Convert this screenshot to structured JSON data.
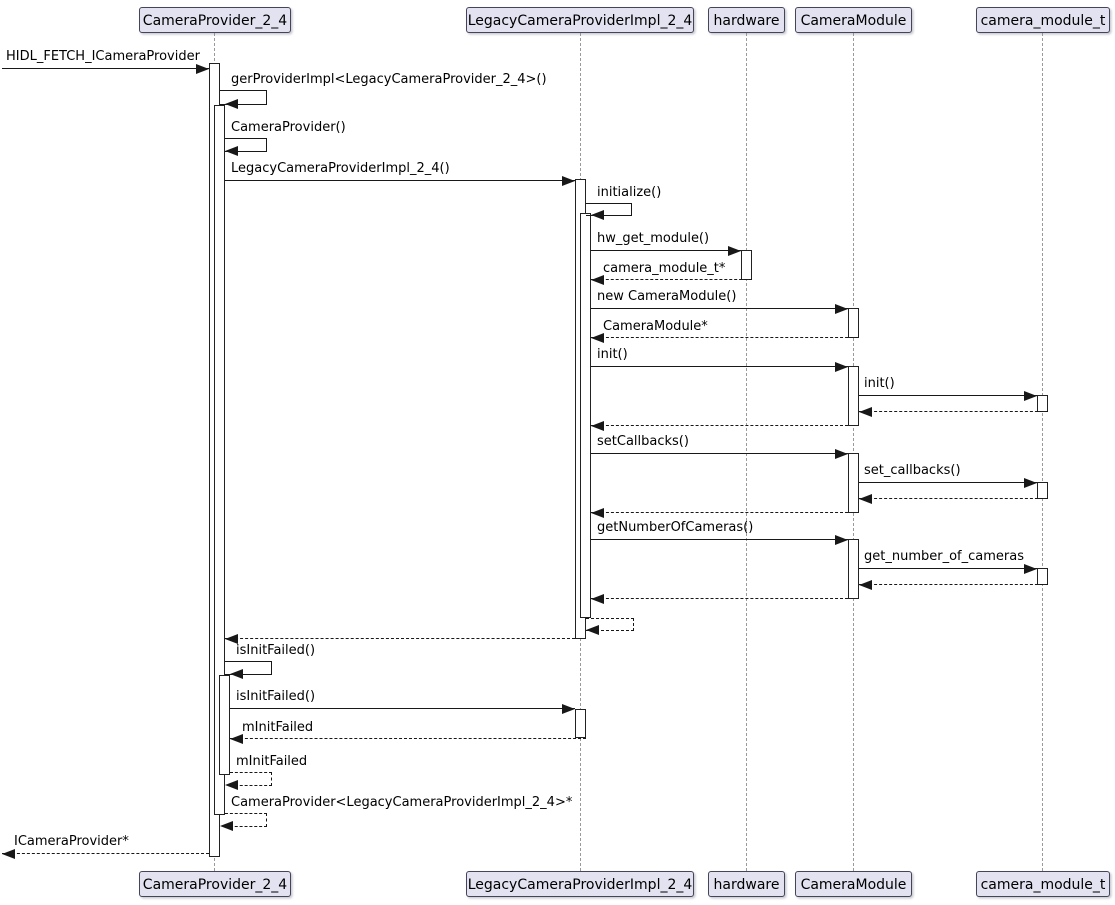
{
  "diagram": {
    "type": "uml-sequence-diagram",
    "participants": [
      {
        "label": "CameraProvider_2_4"
      },
      {
        "label": "LegacyCameraProviderImpl_2_4"
      },
      {
        "label": "hardware"
      },
      {
        "label": "CameraModule"
      },
      {
        "label": "camera_module_t"
      }
    ],
    "messages": {
      "hidl_fetch": "HIDL_FETCH_ICameraProvider",
      "get_provider_impl": "gerProviderImpl<LegacyCameraProvider_2_4>()",
      "camera_provider_ctor": "CameraProvider()",
      "legacy_ctor": "LegacyCameraProviderImpl_2_4()",
      "initialize": "initialize()",
      "hw_get_module": "hw_get_module()",
      "camera_module_t_ptr": "camera_module_t*",
      "new_camera_module": "new CameraModule()",
      "camera_module_ptr": "CameraModule*",
      "init_outer": "init()",
      "init_inner": "init()",
      "set_callbacks_outer": "setCallbacks()",
      "set_callbacks_inner": "set_callbacks()",
      "get_number_of_cameras_outer": "getNumberOfCameras()",
      "get_number_of_cameras_inner": "get_number_of_cameras",
      "is_init_failed_self": "isInitFailed()",
      "is_init_failed_call": "isInitFailed()",
      "m_init_failed_return": "mInitFailed",
      "m_init_failed_self": "mInitFailed",
      "camera_provider_template_ptr": "CameraProvider<LegacyCameraProviderImpl_2_4>*",
      "icamera_provider_ptr": "ICameraProvider*"
    },
    "colors": {
      "participant_fill": "#E2E2F0",
      "line": "#181818",
      "lifeline": "#9A9A9A",
      "background": "#FFFFFF"
    }
  }
}
